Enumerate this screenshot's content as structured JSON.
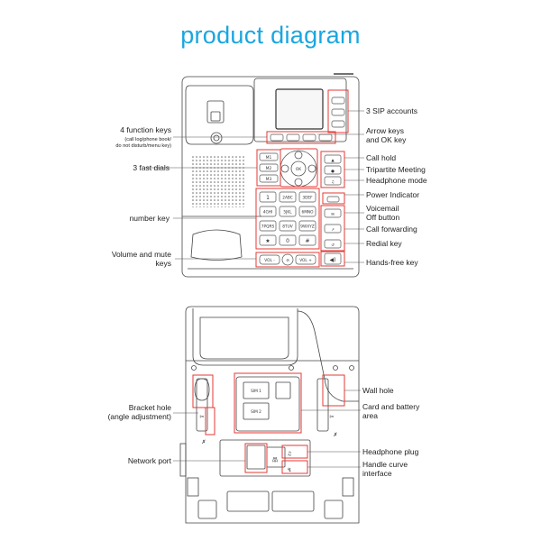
{
  "title": "product diagram",
  "front_labels": {
    "function_keys": "4 function keys",
    "function_keys_sub1": "(call log/phone book/",
    "function_keys_sub2": "do not disturb/menu key)",
    "fast_dials": "3 fast dials",
    "number_key": "number key",
    "volume_mute_1": "Volume and mute",
    "volume_mute_2": "keys",
    "sip": "3 SIP accounts",
    "arrow_1": "Arrow keys",
    "arrow_2": "and OK key",
    "call_hold": "Call hold",
    "tripartite": "Tripartite Meeting",
    "headphone_mode": "Headphone mode",
    "power": "Power Indicator",
    "voicemail_1": "Voicemail",
    "voicemail_2": "Off button",
    "forwarding": "Call forwarding",
    "redial": "Redial key",
    "handsfree": "Hands-free key"
  },
  "back_labels": {
    "bracket_1": "Bracket hole",
    "bracket_2": "(angle adjustment)",
    "network": "Network port",
    "wall": "Wall hole",
    "card_1": "Card and battery",
    "card_2": "area",
    "headphone_plug": "Headphone plug",
    "handle_1": "Handle curve",
    "handle_2": "interface"
  },
  "keypad": [
    "1",
    "2ABC",
    "3DEF",
    "4GHI",
    "5JKL",
    "6MNO",
    "7PQRS",
    "8TUV",
    "9WXYZ",
    "★",
    "0",
    "#"
  ],
  "fast_dial_keys": [
    "M1",
    "M2",
    "M3"
  ],
  "ok_label": "OK",
  "vol_minus": "VOL -",
  "vol_plus": "VOL +",
  "sim_labels": [
    "SIM 1",
    "SIM 2"
  ],
  "accent_color": "#1aa6e0",
  "highlight_color": "#e53935"
}
